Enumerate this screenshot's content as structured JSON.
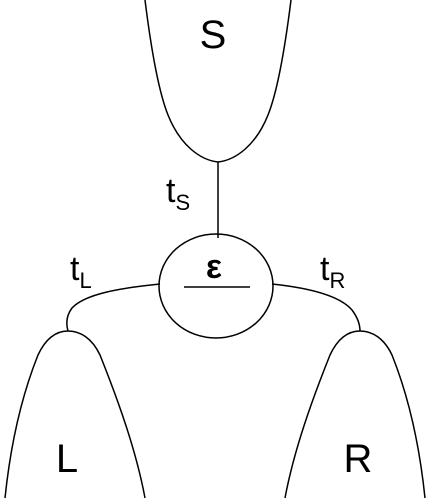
{
  "leads": {
    "source": "S",
    "left": "L",
    "right": "R"
  },
  "dot": {
    "level": "ε"
  },
  "couplings": {
    "source": {
      "symbol": "t",
      "subscript": "S"
    },
    "left": {
      "symbol": "t",
      "subscript": "L"
    },
    "right": {
      "symbol": "t",
      "subscript": "R"
    }
  }
}
